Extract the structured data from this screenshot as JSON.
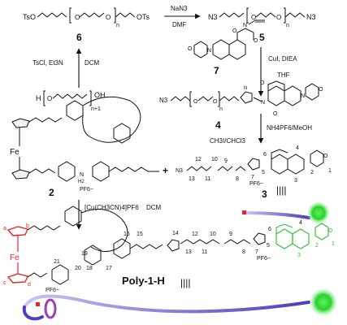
{
  "compounds": {
    "c6": "6",
    "c5": "5",
    "c7": "7",
    "c4": "4",
    "c3": "3",
    "c2": "2",
    "poly": "Poly-1-H"
  },
  "reagents": {
    "nan3": "NaN3",
    "dmf": "DMF",
    "tscl": "TsCl, Et3N",
    "dcm_tscl": "DCM",
    "cui": "CuI, DIEA",
    "thf": "THF",
    "nh4pf6": "NH4PF6/MeOH",
    "ch3i": "CH3I/CHCl3",
    "cu_cat": "[Cu(CH3CN)4]PF6",
    "dcm_click": "DCM",
    "plus": "+"
  },
  "labels": {
    "ts_left": "TsO",
    "ts_right": "OTs",
    "n3": "N3",
    "fe": "Fe",
    "pf6": "PF6−",
    "n_sub": "n",
    "h": "H",
    "oh": "OH",
    "n_plus_1": "n+1",
    "o": "O",
    "n": "N",
    "nh2": "H2"
  },
  "numbers": {
    "c3_atoms": [
      "13",
      "12",
      "11",
      "10",
      "9",
      "8",
      "7",
      "6",
      "5",
      "4",
      "3",
      "2",
      "1"
    ],
    "poly_atoms": [
      "21",
      "20",
      "19",
      "18",
      "17",
      "16",
      "15",
      "14",
      "13",
      "12",
      "11",
      "10",
      "9",
      "8",
      "7",
      "6",
      "5",
      "4",
      "3",
      "2",
      "1"
    ],
    "ferrocene_letters": [
      "a",
      "b",
      "c",
      "d"
    ]
  },
  "colors": {
    "ferrocene": "#e8262a",
    "naphthalimide": "#38c23a",
    "axle": "#5a4fc9",
    "ring": "#a040b8",
    "stopper": "#1ec825"
  }
}
